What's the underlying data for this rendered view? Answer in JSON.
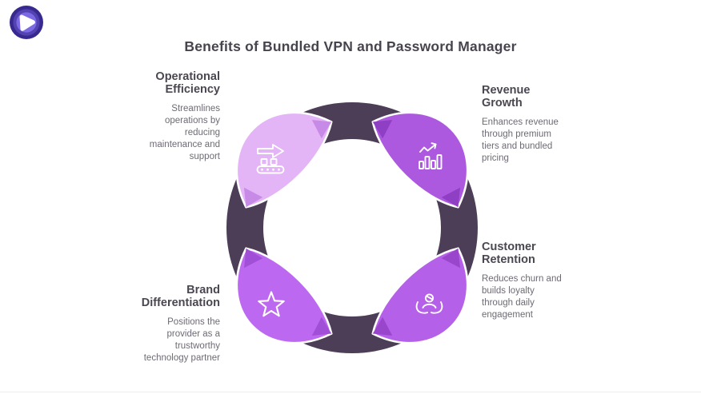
{
  "page": {
    "title": "Benefits of Bundled VPN and Password Manager"
  },
  "brand": {
    "logo_icon": "purevpn-onion-play-icon",
    "logo_colors": {
      "outer": "#37298f",
      "mid": "#5242b2",
      "inner": "#7b6ae4",
      "glyph": "#ffffff"
    }
  },
  "diagram": {
    "type": "cycle",
    "ring_color": "#4d3e57",
    "segments": [
      {
        "id": "operational-efficiency",
        "position": "top-left",
        "heading": "Operational Efficiency",
        "description": "Streamlines operations by reducing maintenance and support",
        "color": "#e3b4f6",
        "fold_color": "#c78ae6",
        "icon": "conveyor-arrow-icon"
      },
      {
        "id": "revenue-growth",
        "position": "top-right",
        "heading": "Revenue Growth",
        "description": "Enhances revenue through premium tiers and bundled pricing",
        "color": "#ac59e0",
        "fold_color": "#8f3fc4",
        "icon": "growth-chart-icon"
      },
      {
        "id": "customer-retention",
        "position": "bottom-right",
        "heading": "Customer Retention",
        "description": "Reduces churn and builds loyalty through daily engagement",
        "color": "#b560e9",
        "fold_color": "#9a46cc",
        "icon": "person-care-icon"
      },
      {
        "id": "brand-differentiation",
        "position": "bottom-left",
        "heading": "Brand Differentiation",
        "description": "Positions the provider as a trustworthy technology partner",
        "color": "#bd68f0",
        "fold_color": "#a24fd8",
        "icon": "star-icon"
      }
    ]
  }
}
